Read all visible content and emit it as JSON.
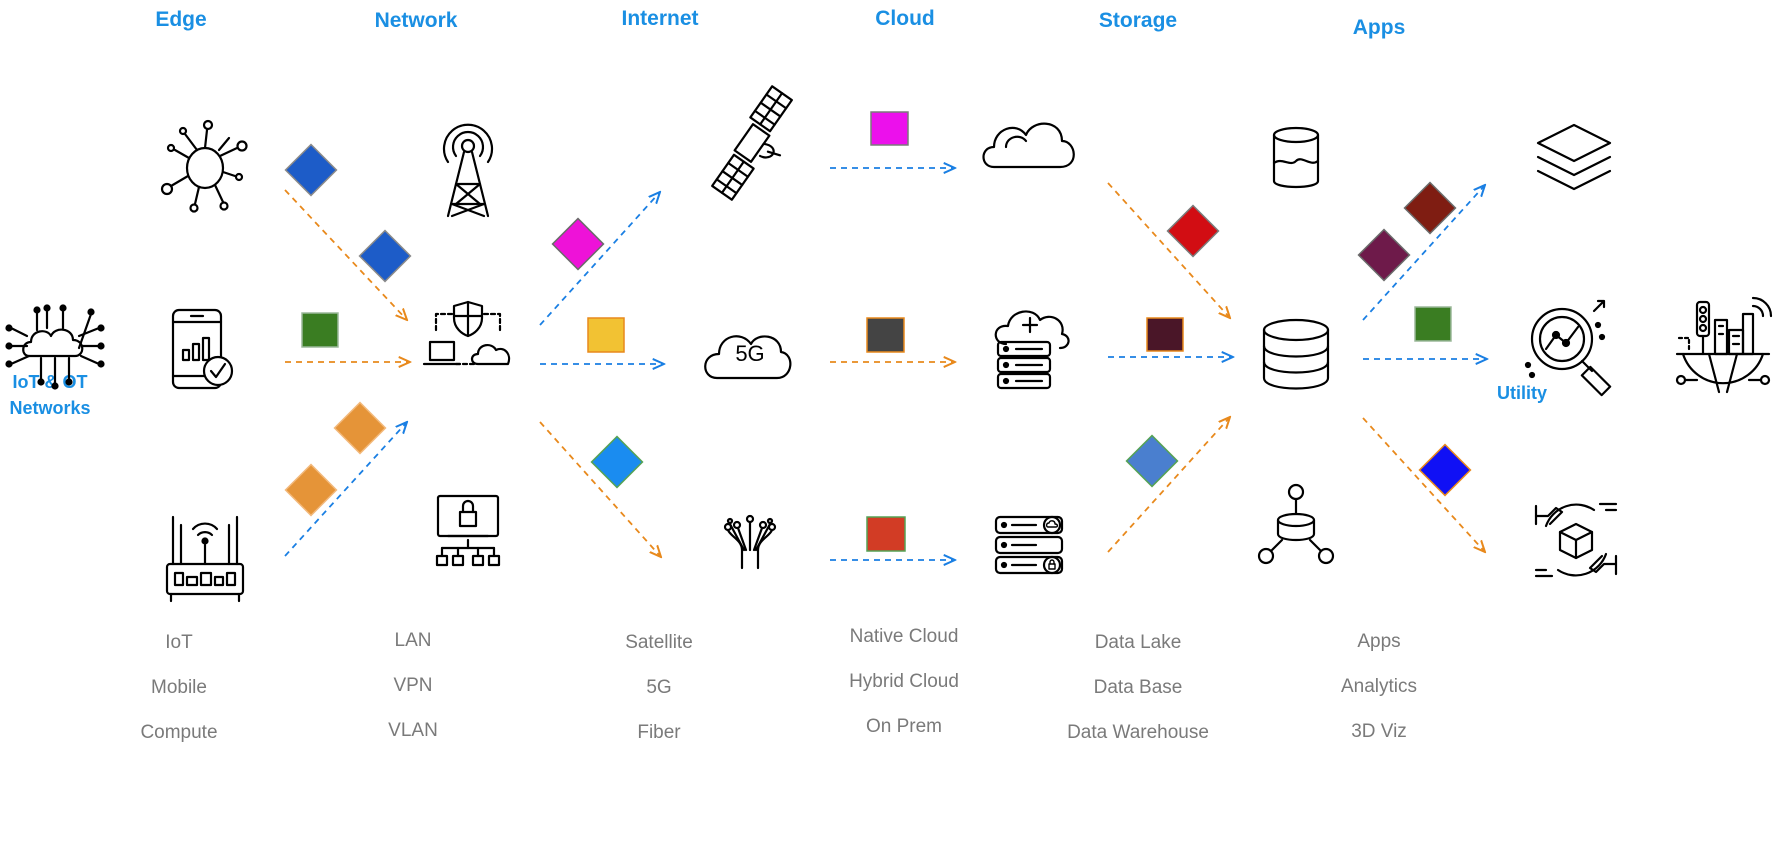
{
  "columns": [
    {
      "key": "edge",
      "header": "Edge",
      "items": [
        "IoT",
        "Mobile",
        "Compute"
      ]
    },
    {
      "key": "network",
      "header": "Network",
      "items": [
        "LAN",
        "VPN",
        "VLAN"
      ]
    },
    {
      "key": "internet",
      "header": "Internet",
      "items": [
        "Satellite",
        "5G",
        "Fiber"
      ]
    },
    {
      "key": "cloud",
      "header": "Cloud",
      "items": [
        "Native Cloud",
        "Hybrid Cloud",
        "On Prem"
      ]
    },
    {
      "key": "storage",
      "header": "Storage",
      "items": [
        "Data Lake",
        "Data Base",
        "Data Warehouse"
      ]
    },
    {
      "key": "apps",
      "header": "Apps",
      "items": [
        "Apps",
        "Analytics",
        "3D Viz"
      ]
    }
  ],
  "source": {
    "label": "IoT & OT\nNetworks",
    "line1": "IoT & OT",
    "line2": "Networks"
  },
  "sink": {
    "label": "Utility"
  },
  "icons": {
    "edge": [
      "iot-hub-icon",
      "mobile-analytics-icon",
      "router-icon"
    ],
    "network": [
      "antenna-tower-icon",
      "secure-network-icon",
      "lan-network-icon"
    ],
    "internet": [
      "satellite-icon",
      "5g-cloud-icon",
      "fiber-optic-icon"
    ],
    "cloud": [
      "cloud-icon",
      "hybrid-cloud-server-icon",
      "on-prem-server-icon"
    ],
    "storage": [
      "data-lake-icon",
      "database-icon",
      "data-warehouse-icon"
    ],
    "apps": [
      "layers-icon",
      "analytics-search-icon",
      "3d-viz-icon"
    ],
    "source": "iot-cloud-chip-icon",
    "sink": "smart-city-icon"
  },
  "five_g_text": "5G",
  "colors": {
    "header": "#1a8fe3",
    "label": "#7a7a7a",
    "arrow_orange": "#e8891c",
    "arrow_blue": "#1a7fe3",
    "packets": [
      "#1d5cc8",
      "#1d5cc8",
      "#3a7d22",
      "#e59438",
      "#e59438",
      "#ee12d8",
      "#f2c233",
      "#1a8cf0",
      "#ec10ec",
      "#444444",
      "#d23c25",
      "#d20d13",
      "#4a1628",
      "#4a7fcf",
      "#7f1d12",
      "#6e1a4a",
      "#3a7d22",
      "#1010f5"
    ]
  }
}
